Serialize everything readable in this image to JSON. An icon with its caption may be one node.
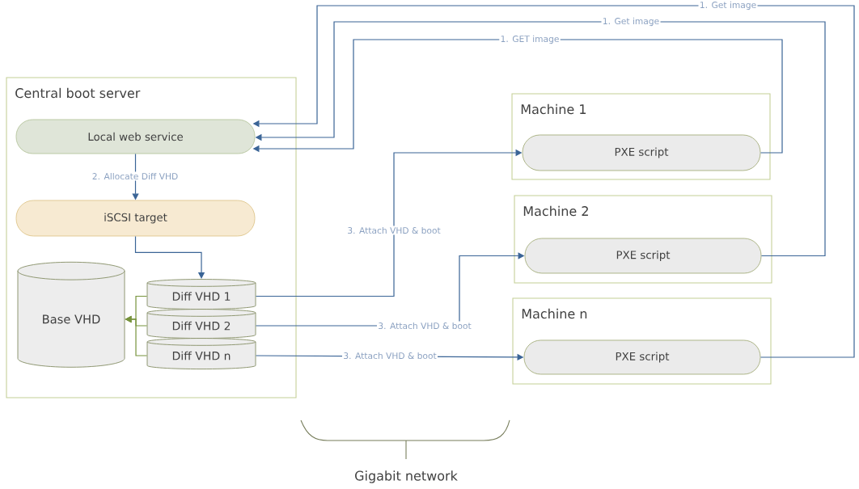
{
  "diagram": {
    "nodes": [
      {
        "text": [
          "Central boot server"
        ]
      },
      {
        "text": [
          "Local web service"
        ],
        "in": 0
      },
      {
        "text": [
          "iSCSI target"
        ],
        "in": 0
      },
      {
        "text": [
          "Base VHD"
        ],
        "in": 0
      },
      {
        "text": [
          "Diff VHD 1"
        ],
        "in": 0
      },
      {
        "text": [
          "Diff VHD 2"
        ],
        "in": 0
      },
      {
        "text": [
          "Diff VHD n"
        ],
        "in": 0
      },
      {
        "text": [
          "Machine 1"
        ]
      },
      {
        "text": [
          "PXE script"
        ],
        "in": 7
      },
      {
        "text": [
          "Machine 2"
        ]
      },
      {
        "text": [
          "PXE script"
        ],
        "in": 9
      },
      {
        "text": [
          "Machine n"
        ]
      },
      {
        "text": [
          "PXE script"
        ],
        "in": 11
      }
    ],
    "edges": [
      {
        "from": 12,
        "to": 1,
        "arrow": "to",
        "label": "1. Get image"
      },
      {
        "from": 10,
        "to": 1,
        "arrow": "to",
        "label": "1. Get image"
      },
      {
        "from": 8,
        "to": 1,
        "arrow": "to",
        "label": "1. GET image"
      },
      {
        "from": 1,
        "to": 2,
        "arrow": "to",
        "label": "2. Allocate Diff VHD"
      },
      {
        "from": 2,
        "to": 4,
        "arrow": "to"
      },
      {
        "from": 4,
        "to": 3,
        "arrow": "to",
        "color": "#77933c"
      },
      {
        "from": 5,
        "to": 3,
        "arrow": "to",
        "color": "#77933c"
      },
      {
        "from": 6,
        "to": 3,
        "arrow": "to",
        "color": "#77933c"
      },
      {
        "from": 4,
        "to": 8,
        "arrow": "to",
        "label": "3. Attach VHD & boot"
      },
      {
        "from": 5,
        "to": 10,
        "arrow": "to",
        "label": "3. Attach VHD & boot"
      },
      {
        "from": 6,
        "to": 12,
        "arrow": "to",
        "label": "3. Attach VHD & boot"
      }
    ],
    "labels": [
      "Gigabit network"
    ]
  }
}
